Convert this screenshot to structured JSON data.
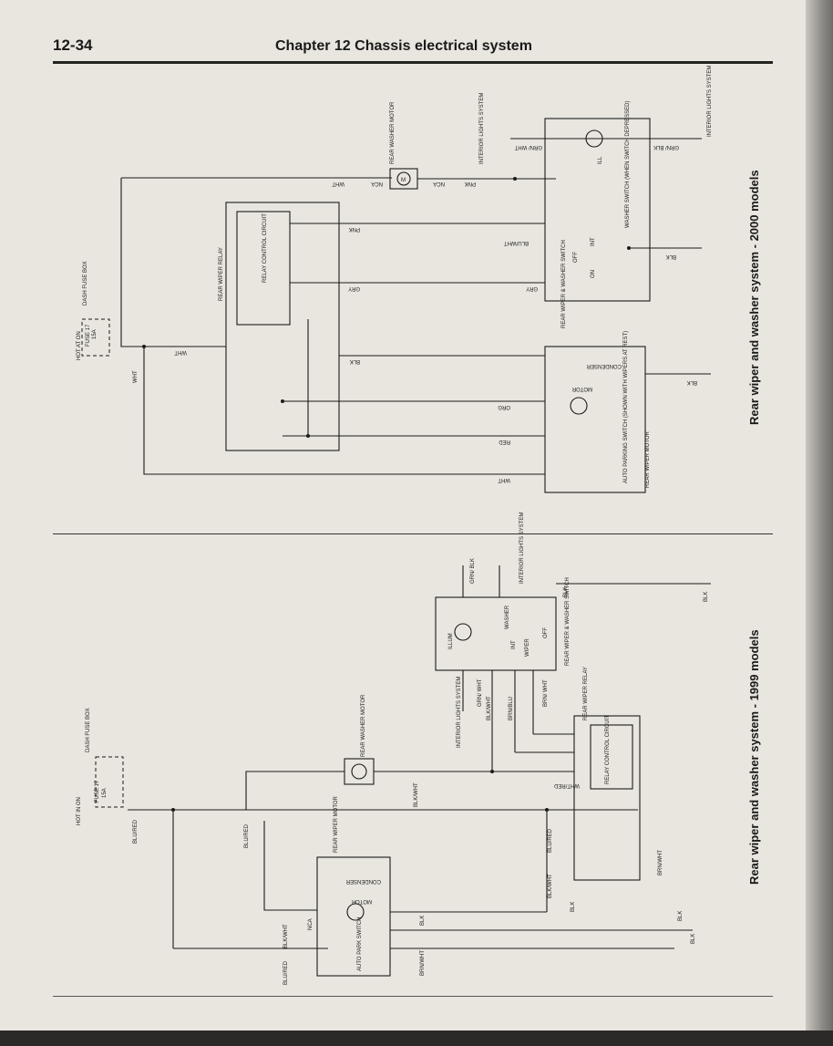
{
  "header": {
    "page_number": "12-34",
    "chapter_title": "Chapter 12  Chassis electrical system"
  },
  "captions": {
    "top": "Rear wiper and washer system - 2000 models",
    "bottom": "Rear wiper and washer system - 1999 models"
  },
  "diagram_2000": {
    "hot_label": "HOT AT ON",
    "fuse": "FUSE 17",
    "fuse_rating": "15A",
    "fuse_box": "DASH FUSE BOX",
    "relay": "REAR WIPER RELAY",
    "relay_circuit": "RELAY CONTROL CIRCUIT",
    "washer_motor": "REAR WASHER MOTOR",
    "interior_lights_1": "INTERIOR LIGHTS SYSTEM",
    "interior_lights_2": "INTERIOR LIGHTS SYSTEM",
    "switch": "REAR WIPER & WASHER SWITCH",
    "washer_switch_note": "WASHER SWITCH (WHEN SWITCH DEPRESSED)",
    "ill": "ILL",
    "pos_int": "INT",
    "pos_off": "OFF",
    "pos_on": "ON",
    "condenser": "CONDENSER",
    "motor": "MOTOR",
    "auto_park": "AUTO PARKING SWITCH (SHOWN WITH WIPERS AT REST)",
    "wiper_motor": "REAR WIPER MOTOR",
    "wires": {
      "wht": "WHT",
      "pnk": "PNK",
      "nca": "NCA",
      "gry": "GRY",
      "blk": "BLK",
      "org": "ORG",
      "red": "RED",
      "blu_wht": "BLU/WHT",
      "grn_wht": "GRN/ WHT",
      "grn_blk": "GRN/ BLK"
    }
  },
  "diagram_1999": {
    "hot_label": "HOT IN ON",
    "fuse": "FUSE 17",
    "fuse_rating": "15A",
    "fuse_box": "DASH FUSE BOX",
    "washer_motor": "REAR WASHER MOTOR",
    "wiper_motor": "REAR WIPER MOTOR",
    "condenser": "CONDENSER",
    "motor": "MOTOR",
    "auto_park": "AUTO PARK SWITCH",
    "interior_lights_1": "INTERIOR LIGHTS SYSTEM",
    "interior_lights_2": "INTERIOR LIGHTS SYSTEM",
    "illum": "ILLUM",
    "washer": "WASHER",
    "pos_int": "INT",
    "pos_wiper": "WIPER",
    "pos_off": "OFF",
    "switch": "REAR WIPER & WASHER SWITCH",
    "relay": "REAR WIPER RELAY",
    "relay_circuit": "RELAY CONTROL CIRCUIT",
    "wires": {
      "blu_red": "BLU/RED",
      "blk_wht": "BLK/WHT",
      "nca": "NCA",
      "blk": "BLK",
      "brn_wht": "BRN/WHT",
      "wht_red": "WHT/RED",
      "grn_wht": "GRN/ WHT",
      "grn_blk": "GRN/ BLK",
      "brn_blu": "BRN/BLU",
      "brn_wht2": "BRN/ WHT"
    }
  }
}
